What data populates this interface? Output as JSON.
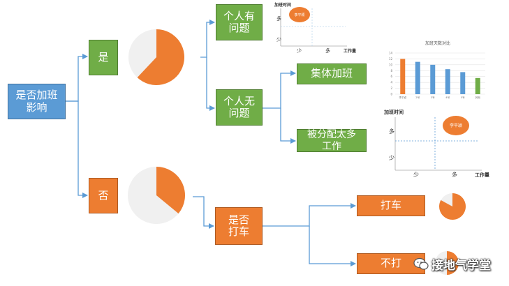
{
  "nodes": {
    "root": "是否加班\n影响",
    "yes": "是",
    "no": "否",
    "personal_problem": "个人有\n问题",
    "personal_no_problem": "个人无\n问题",
    "collective_overtime": "集体加班",
    "assigned_too_much": "被分配太多\n工作",
    "clock_in": "是否\n打车",
    "taxi": "打车",
    "no_taxi": "不打"
  },
  "pies": {
    "yes_pie": 0.62,
    "no_pie": 0.36,
    "taxi_pie": 0.83,
    "no_taxi_pie": 0.5
  },
  "quadrant_small": {
    "ylabel": "加班时间",
    "xlabel": "工作量",
    "y_high": "多",
    "y_low": "少",
    "x_low": "少",
    "x_high": "多",
    "bubble": "李平颖"
  },
  "quadrant_large": {
    "ylabel": "加班时间",
    "xlabel": "工作量",
    "y_high": "多",
    "y_low": "少",
    "x_low": "少",
    "x_high": "多",
    "bubble": "李平颖"
  },
  "chart_data": {
    "type": "bar",
    "title": "加班天数对比",
    "categories": [
      "李平颖",
      "2号",
      "3号",
      "4号",
      "5号",
      "其他"
    ],
    "values": [
      12,
      11,
      10,
      8.5,
      7.5,
      5.5
    ],
    "ylim": [
      0,
      14
    ],
    "yticks": [
      0,
      2,
      4,
      6,
      8,
      10,
      12,
      14
    ],
    "colors": [
      "#ed7d31",
      "#5b9bd5",
      "#5b9bd5",
      "#5b9bd5",
      "#5b9bd5",
      "#70ad47"
    ],
    "grid": true
  },
  "watermark": "接地气学堂",
  "colors": {
    "blue": "#5b9bd5",
    "green": "#70ad47",
    "orange": "#ed7d31",
    "pie_gray": "#f0f0f0",
    "connector": "#5b9bd5"
  }
}
